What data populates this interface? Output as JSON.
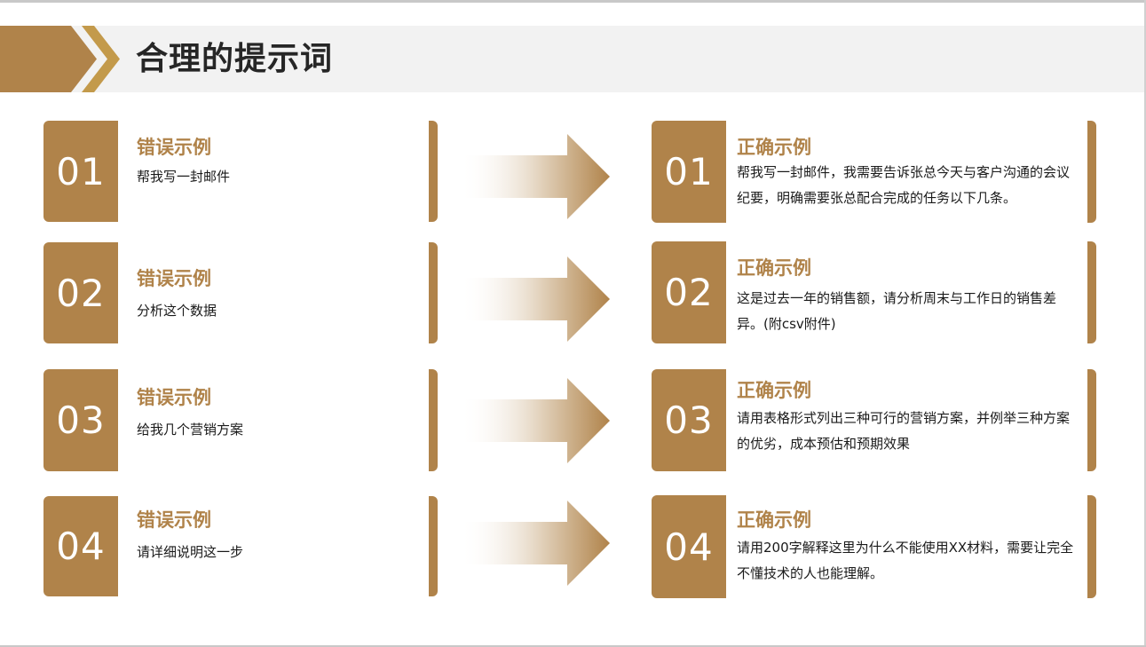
{
  "header": {
    "title": "合理的提示词"
  },
  "colors": {
    "accent": "#b0834a",
    "accent_light": "#c39a4b",
    "header_band": "#f2f2f2",
    "title_text": "#262626",
    "body_text": "#1a1a1a"
  },
  "wrong_examples": [
    {
      "number": "01",
      "title": "错误示例",
      "text": "帮我写一封邮件"
    },
    {
      "number": "02",
      "title": "错误示例",
      "text": "分析这个数据"
    },
    {
      "number": "03",
      "title": "错误示例",
      "text": "给我几个营销方案"
    },
    {
      "number": "04",
      "title": "错误示例",
      "text": "请详细说明这一步"
    }
  ],
  "right_examples": [
    {
      "number": "01",
      "title": "正确示例",
      "text": "帮我写一封邮件，我需要告诉张总今天与客户沟通的会议纪要，明确需要张总配合完成的任务以下几条。"
    },
    {
      "number": "02",
      "title": "正确示例",
      "text": "这是过去一年的销售额，请分析周末与工作日的销售差异。(附csv附件)"
    },
    {
      "number": "03",
      "title": "正确示例",
      "text": "请用表格形式列出三种可行的营销方案，并例举三种方案的优劣，成本预估和预期效果"
    },
    {
      "number": "04",
      "title": "正确示例",
      "text": "请用200字解释这里为什么不能使用XX材料，需要让完全不懂技术的人也能理解。"
    }
  ],
  "icons": {
    "header_decoration": "double-chevron-icon",
    "transition": "gradient-right-arrow-icon"
  }
}
